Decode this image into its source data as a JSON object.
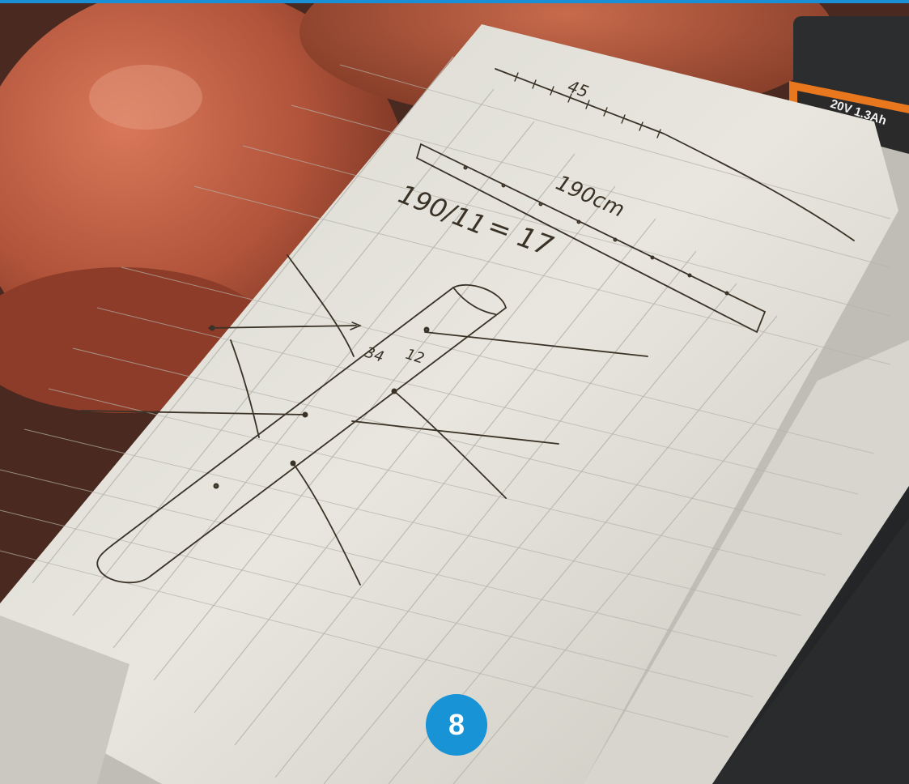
{
  "colors": {
    "accent": "#1793d6",
    "battery_orange": "#e8771e",
    "paper": "#e6e4dc",
    "ink": "#3a3226",
    "glove": "#b0533a"
  },
  "step_badge": {
    "number": "8"
  },
  "notebook": {
    "notes": {
      "top_scale_label": "45",
      "board_length": "190cm",
      "division_left": "190/11",
      "division_right": "= 17",
      "measure_a": "34",
      "measure_b": "12"
    }
  },
  "battery": {
    "label": "20V 1.3Ah"
  }
}
